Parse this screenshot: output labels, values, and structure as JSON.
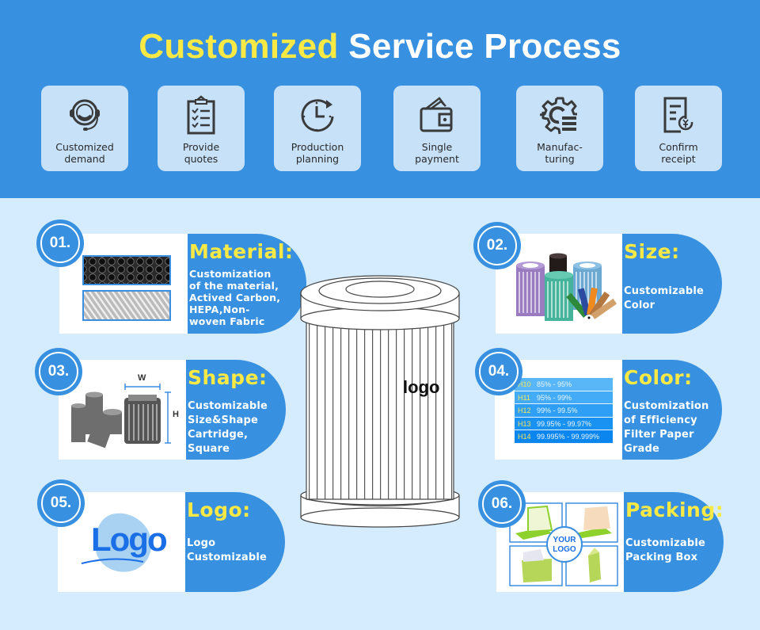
{
  "header": {
    "title_highlight": "Customized",
    "title_rest": "Service Process",
    "accent_color": "#f9e945",
    "brand_color": "#3790e0"
  },
  "steps": [
    {
      "label": "Customized\ndemand",
      "icon": "headset-icon"
    },
    {
      "label": "Provide\nquotes",
      "icon": "clipboard-checklist-icon"
    },
    {
      "label": "Production\nplanning",
      "icon": "clock-refresh-icon"
    },
    {
      "label": "Single\npayment",
      "icon": "wallet-icon"
    },
    {
      "label": "Manufac-\nturing",
      "icon": "gear-icon"
    },
    {
      "label": "Confirm\nreceipt",
      "icon": "receipt-yen-icon"
    }
  ],
  "cards": [
    {
      "number": "01.",
      "heading": "Material:",
      "description": "Customization\nof the material,\nActived Carbon,\nHEPA,Non-\nwoven Fabric",
      "image": "filter-material-samples"
    },
    {
      "number": "02.",
      "heading": "Size:",
      "description": "Customizable\nColor",
      "image": "colored-filter-cartridges"
    },
    {
      "number": "03.",
      "heading": "Shape:",
      "description": "Customizable\nSize&Shape\nCartridge,\nSquare",
      "image": "filter-shapes-dimensions",
      "dim_w": "W",
      "dim_h": "H"
    },
    {
      "number": "04.",
      "heading": "Color:",
      "description": "Customization\nof Efficiency\nFilter Paper\nGrade",
      "image": "efficiency-grade-table"
    },
    {
      "number": "05.",
      "heading": "Logo:",
      "description": "Logo\nCustomizable",
      "image": "logo-sample",
      "image_text": "Logo"
    },
    {
      "number": "06.",
      "heading": "Packing:",
      "description": "Customizable\nPacking Box",
      "image": "packing-boxes",
      "image_text": "YOUR\nLOGO"
    }
  ],
  "efficiency_grades": [
    {
      "grade": "H10",
      "range": "85% - 95%",
      "color": "#5ab7f7"
    },
    {
      "grade": "H11",
      "range": "95% - 99%",
      "color": "#44acf6"
    },
    {
      "grade": "H12",
      "range": "99% - 99.5%",
      "color": "#2e9ff4"
    },
    {
      "grade": "H13",
      "range": "99.95% - 99.97%",
      "color": "#1a92f1"
    },
    {
      "grade": "H14",
      "range": "99.995% - 99.999%",
      "color": "#0a86ee"
    }
  ],
  "center": {
    "product": "cylindrical-air-filter",
    "logo_text": "logo"
  }
}
